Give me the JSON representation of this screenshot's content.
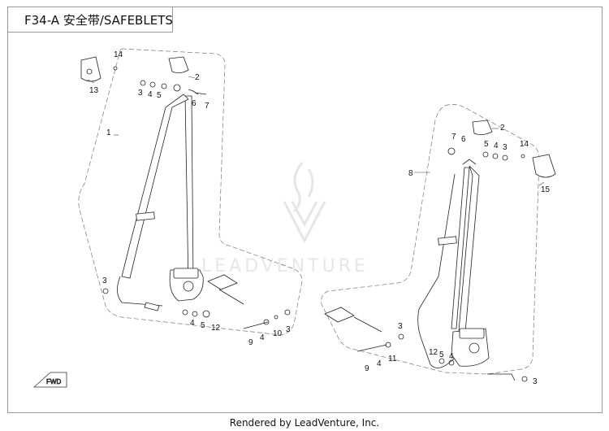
{
  "title": "F34-A 安全带/SAFEBLETS",
  "footer": "Rendered by LeadVenture, Inc.",
  "watermark": "LEADVENTURE",
  "icons": {
    "watermark_logo": "flame-logo-icon",
    "direction": "fwd-arrow-icon"
  },
  "callouts": {
    "left": [
      "14",
      "13",
      "2",
      "3",
      "4",
      "5",
      "6",
      "7",
      "1",
      "3",
      "4",
      "5",
      "12",
      "9",
      "4",
      "10",
      "3"
    ],
    "right": [
      "2",
      "7",
      "6",
      "5",
      "4",
      "3",
      "14",
      "8",
      "15",
      "3",
      "9",
      "4",
      "11",
      "12",
      "5",
      "4",
      "3"
    ]
  }
}
